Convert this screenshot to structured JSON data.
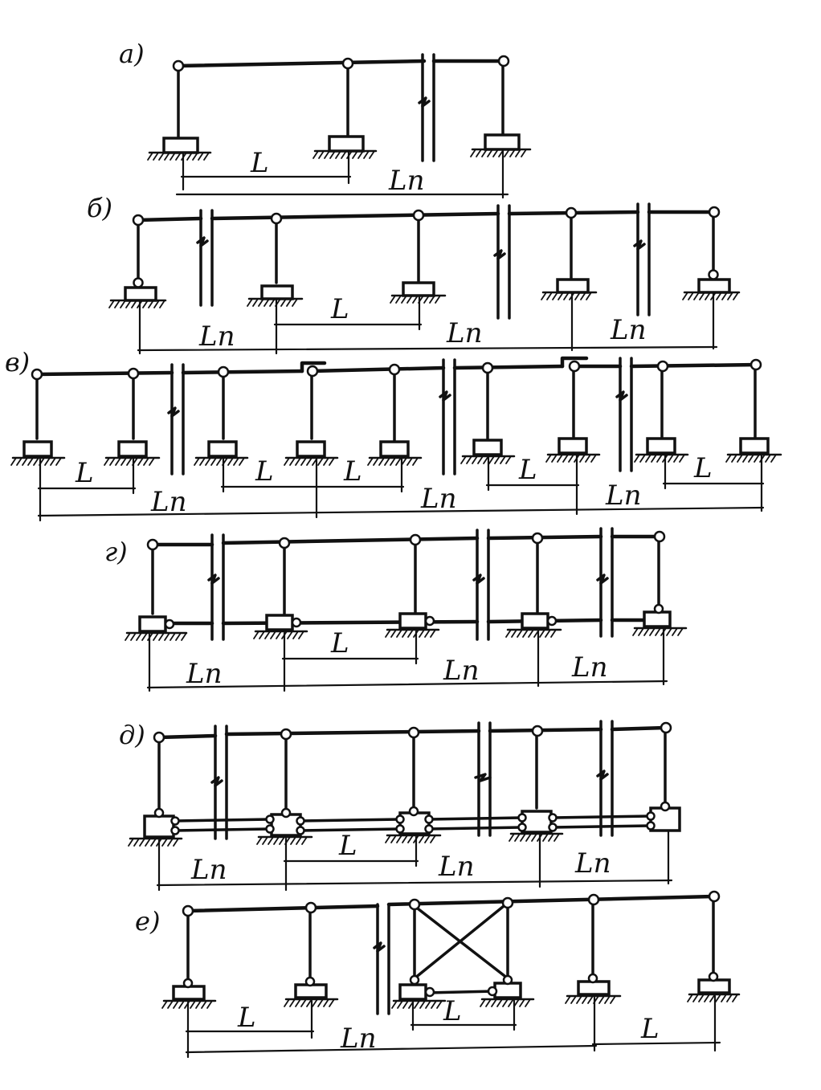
{
  "panels": [
    {
      "tag": "a)",
      "labels": {
        "span": "L",
        "block": "Ln"
      }
    },
    {
      "tag": "б)",
      "labels": {
        "span": "L",
        "block1": "Ln",
        "block2": "Ln",
        "block3": "Ln"
      }
    },
    {
      "tag": "в)",
      "labels": {
        "span1": "L",
        "span2": "L",
        "span3": "L",
        "span4": "L",
        "span5": "L",
        "block1": "Ln",
        "block2": "Ln",
        "block3": "Ln"
      }
    },
    {
      "tag": "г)",
      "labels": {
        "span": "L",
        "block1": "Ln",
        "block2": "Ln",
        "block3": "Ln"
      }
    },
    {
      "tag": "д)",
      "labels": {
        "span": "L",
        "block1": "Ln",
        "block2": "Ln",
        "block3": "Ln"
      }
    },
    {
      "tag": "е)",
      "labels": {
        "span1": "L",
        "span2": "L",
        "span3": "L",
        "block": "Ln"
      }
    }
  ]
}
